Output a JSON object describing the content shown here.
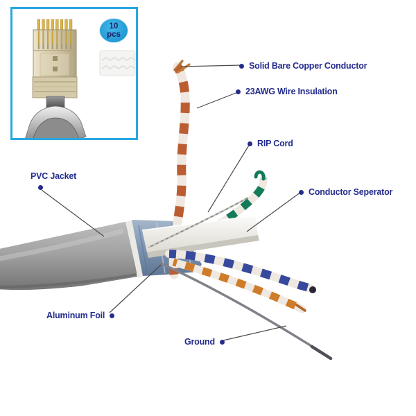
{
  "inset": {
    "badge": {
      "line1": "10",
      "line2": "pcs"
    }
  },
  "labels": {
    "solid_copper": "Solid Bare Copper Conductor",
    "insulation": "23AWG Wire Insulation",
    "rip_cord": "RIP Cord",
    "separator": "Conductor Seperator",
    "pvc_jacket": "PVC Jacket",
    "aluminum_foil": "Aluminum Foil",
    "ground": "Ground"
  },
  "colors": {
    "label_text": "#242c8d",
    "badge_blue": "#2aa7e0",
    "inset_border": "#2aa7e0",
    "jacket_gray": "#a3a3a3",
    "aluminum_foil_blue": "#7e95b2",
    "pair_orange": "#bb5d33",
    "pair_green": "#137a5a",
    "pair_blue": "#36499c",
    "pair_orange_lower": "#cf7c2a",
    "bare_copper": "#b5702f",
    "separator_white": "#f2f2ee",
    "annotation_line": "#4a4a4a"
  }
}
